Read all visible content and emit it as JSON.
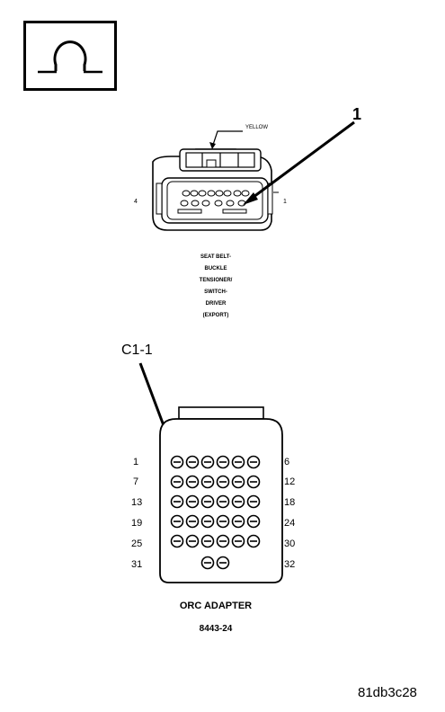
{
  "meter_icon": {
    "icon": "ohm-icon"
  },
  "top_connector": {
    "callout": "1",
    "wire_label": "YELLOW",
    "left_pin": "4",
    "right_pin": "1",
    "caption_lines": [
      "SEAT BELT-",
      "BUCKLE",
      "TENSIONER/",
      "SWITCH-",
      "DRIVER",
      "(EXPORT)"
    ]
  },
  "adapter": {
    "callout": "C1-1",
    "row_labels": [
      {
        "left": "1",
        "right": "6"
      },
      {
        "left": "7",
        "right": "12"
      },
      {
        "left": "13",
        "right": "18"
      },
      {
        "left": "19",
        "right": "24"
      },
      {
        "left": "25",
        "right": "30"
      },
      {
        "left": "31",
        "right": "32"
      }
    ],
    "name": "ORC ADAPTER",
    "part_number": "8443-24"
  },
  "figure_id": "81db3c28"
}
